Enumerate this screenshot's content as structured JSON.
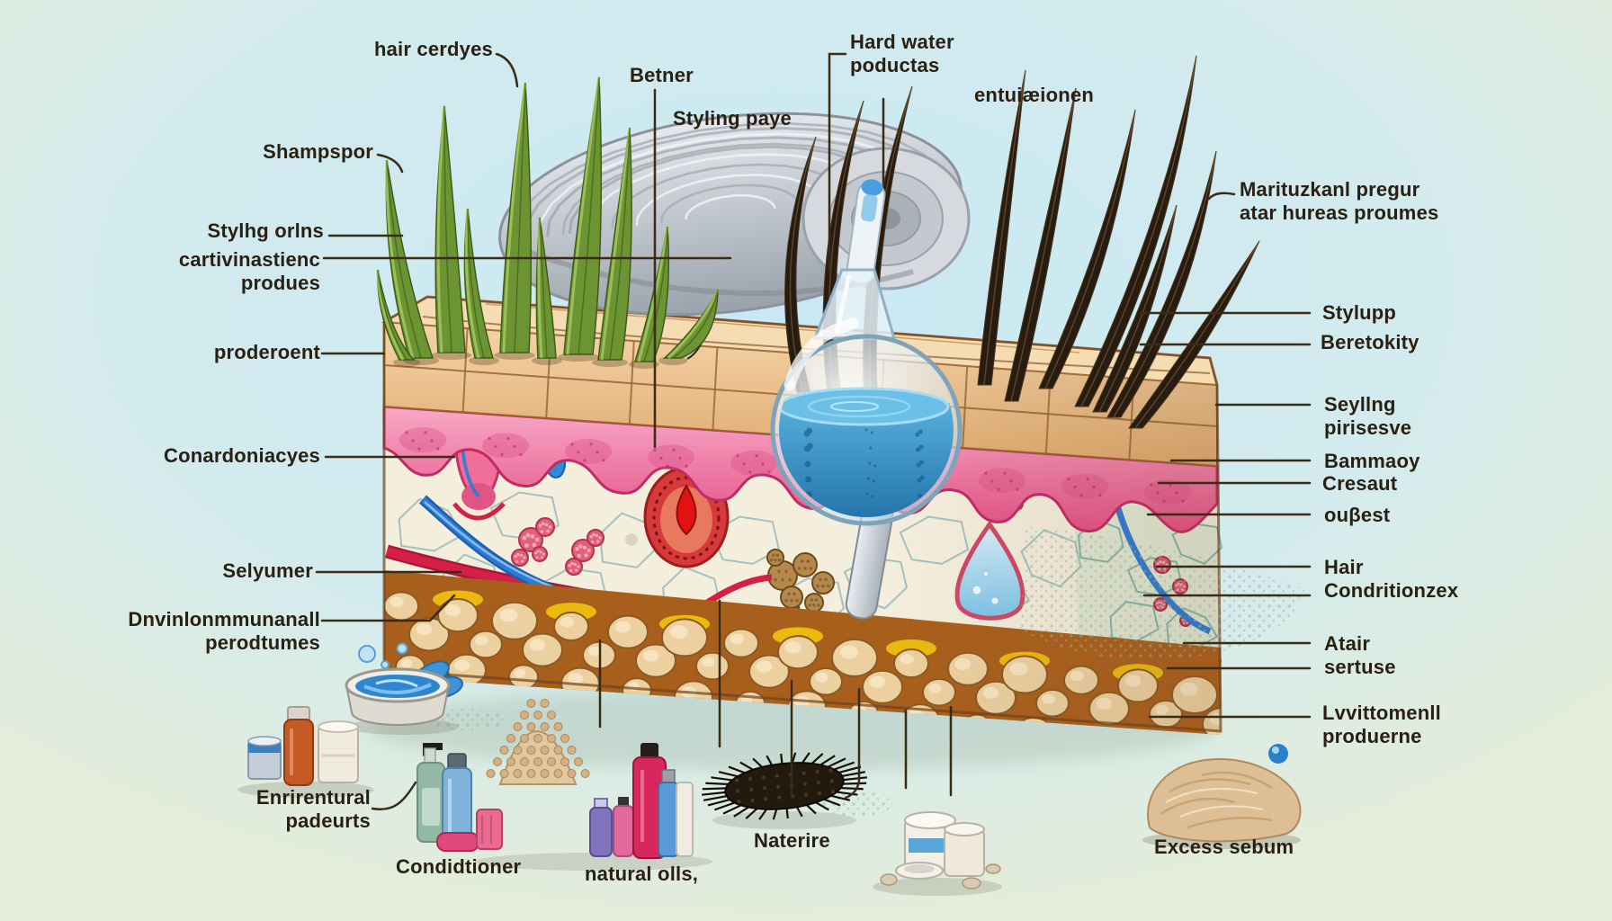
{
  "labels": {
    "hair_cerdyes": "hair cerdyes",
    "shampspor": "Shampspor",
    "stylhg_orlns": "Stylhg orlns",
    "cartivinastienc": "cartivinastienc\nprodues",
    "proderoent": "proderoent",
    "conardoniacyes": "Conardoniacyes",
    "selyumer": "Selyumer",
    "dnvinlonmmunanall": "Dnvinlonmmunanall\nperodtumes",
    "enrirentural": "Enrirentural\npadeurts",
    "condidtioner": "Condidtioner",
    "natural_oils": "natural olls,",
    "naterire": "Naterire",
    "excess_sebum": "Excess sebum",
    "betner": "Betner",
    "styling_paye": "Styling paye",
    "hard_water": "Hard water\npoductas",
    "entuiaeionen": "entuiæionen",
    "marituzkanl": "Marituzkanl pregur\natar hureas proumes",
    "stylupp": "Stylupp",
    "beretokity": "Beretokity",
    "seyllng": "Seyllng\npirisesve",
    "bammaoy": "Bammaoy",
    "cresaut": "Cresaut",
    "oubest": "ouβest",
    "hair_condritionzex": "Hair\nCondritionzex",
    "atair_sertuse": "Atair\nsertuse",
    "lvvittomenll": "Lvvittomenll\nproduerne"
  },
  "colors": {
    "background_green": "#e6edd8",
    "background_blue": "#c9e8f4",
    "label_text": "#2a2012",
    "skin_tan": "#eec08d",
    "epidermis_pink": "#ee5e92",
    "dermis_cream": "#f4eedd",
    "fat_yellow": "#f5c513",
    "vessel_red": "#d61f46",
    "vein_blue": "#2e7bd6",
    "pebble_tan": "#ecd0a0",
    "grass_green": "#6d9433",
    "hair_gray": "#c7ccd2",
    "hair_dark": "#2a1e12",
    "water_blue": "#3c8ec4"
  }
}
